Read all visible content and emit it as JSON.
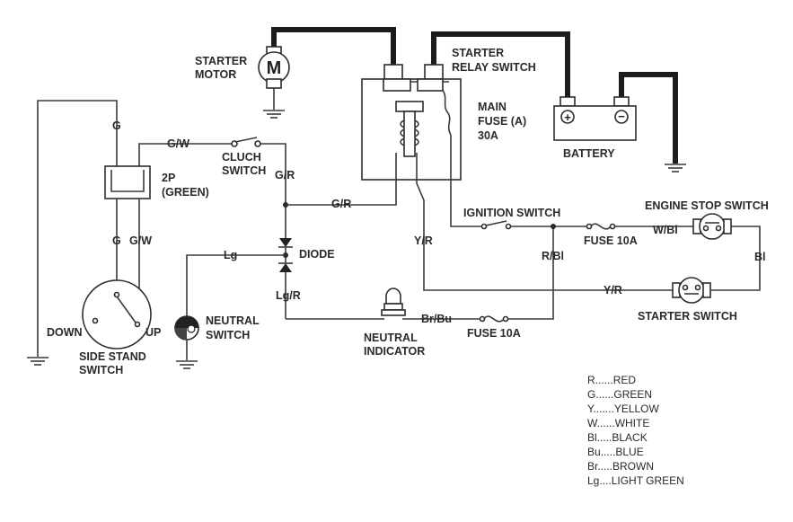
{
  "components": {
    "starter_motor": {
      "label_line1": "STARTER",
      "label_line2": "MOTOR",
      "symbol": "M"
    },
    "starter_relay": {
      "label_line1": "STARTER",
      "label_line2": "RELAY SWITCH"
    },
    "main_fuse": {
      "label_line1": "MAIN",
      "label_line2": "FUSE (A)",
      "label_line3": "30A"
    },
    "battery": {
      "label": "BATTERY",
      "pos_symbol": "+",
      "neg_symbol": "−"
    },
    "clutch_switch": {
      "label_line1": "CLUCH",
      "label_line2": "SWITCH"
    },
    "connector_2p": {
      "label_line1": "2P",
      "label_line2": "(GREEN)"
    },
    "diode": {
      "label": "DIODE"
    },
    "ignition_switch": {
      "label": "IGNITION SWITCH"
    },
    "engine_stop_switch": {
      "label": "ENGINE STOP SWITCH"
    },
    "fuse_10a_main": {
      "label": "FUSE 10A"
    },
    "fuse_10a_indicator": {
      "label": "FUSE 10A"
    },
    "starter_switch": {
      "label": "STARTER SWITCH"
    },
    "neutral_switch": {
      "label_line1": "NEUTRAL",
      "label_line2": "SWITCH"
    },
    "neutral_indicator": {
      "label_line1": "NEUTRAL",
      "label_line2": "INDICATOR"
    },
    "side_stand_switch": {
      "label_line1": "SIDE STAND",
      "label_line2": "SWITCH",
      "down_label": "DOWN",
      "up_label": "UP"
    }
  },
  "wire_labels": {
    "g_top": "G",
    "gw_top": "G/W",
    "gr_clutch": "G/R",
    "gr_relay": "G/R",
    "g_lower": "G",
    "gw_lower": "G/W",
    "lg": "Lg",
    "lg_r": "Lg/R",
    "y_r_vertical": "Y/R",
    "r_bl": "R/Bl",
    "w_bl": "W/Bl",
    "bl": "Bl",
    "y_r_starter": "Y/R",
    "br_bu": "Br/Bu"
  },
  "legend": [
    {
      "code": "R",
      "name": "RED"
    },
    {
      "code": "G",
      "name": "GREEN"
    },
    {
      "code": "Y",
      "name": "YELLOW"
    },
    {
      "code": "W",
      "name": "WHITE"
    },
    {
      "code": "Bl",
      "name": "BLACK"
    },
    {
      "code": "Bu",
      "name": "BLUE"
    },
    {
      "code": "Br",
      "name": "BROWN"
    },
    {
      "code": "Lg",
      "name": "LIGHT GREEN"
    }
  ]
}
